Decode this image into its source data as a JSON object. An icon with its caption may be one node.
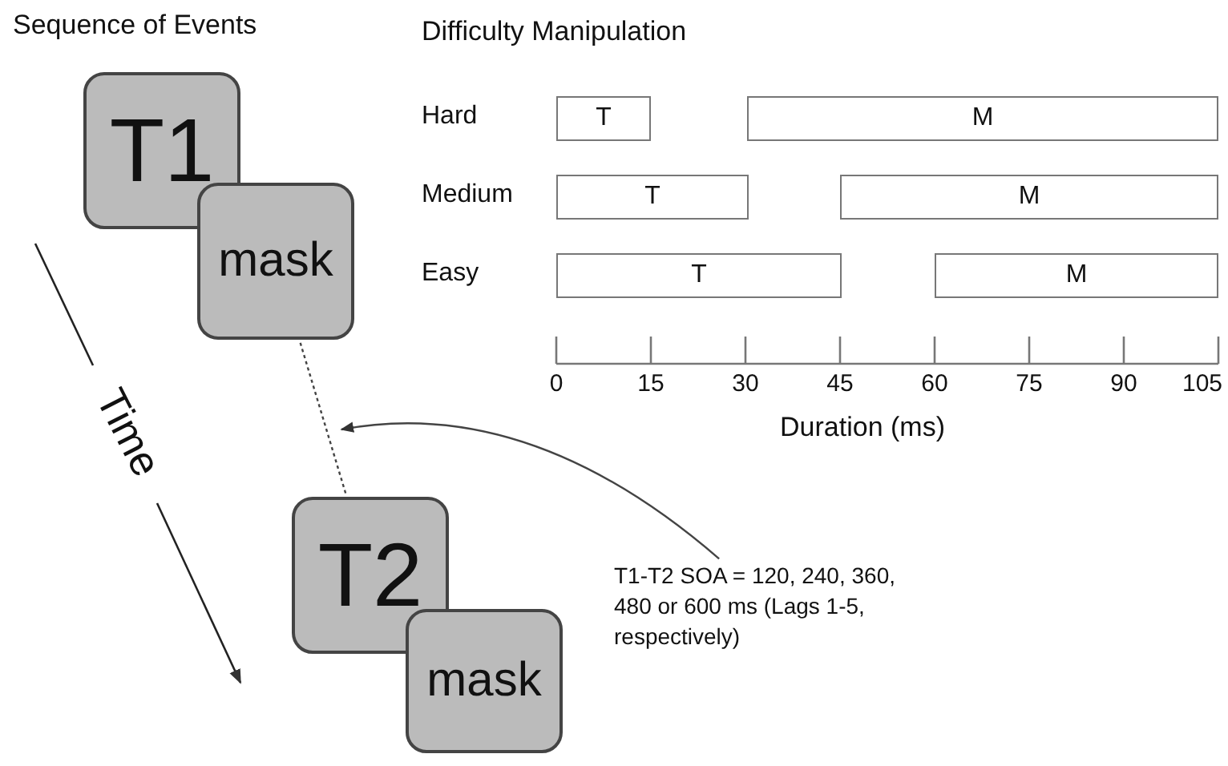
{
  "diagram": {
    "nodes": [
      {
        "text": [
          "T1"
        ]
      },
      {
        "text": [
          "mask"
        ]
      },
      {
        "text": [
          "T"
        ]
      },
      {
        "text": [
          "M"
        ]
      },
      {
        "text": [
          "T"
        ]
      },
      {
        "text": [
          "M"
        ]
      },
      {
        "text": [
          "T"
        ]
      },
      {
        "text": [
          "M"
        ]
      },
      {
        "text": [
          "T2"
        ]
      },
      {
        "text": [
          "mask"
        ]
      },
      {
        "text": [
          "T1-T2 SOA = 120, 240, 360, 480 or 600 ms (Lags 1-5, respectively)"
        ]
      }
    ],
    "edges": [
      {
        "from": 1,
        "to": 8,
        "arrow": "none",
        "style": "dashed"
      },
      {
        "from": 10,
        "to": null,
        "arrow": "to"
      }
    ],
    "labels": [
      "Sequence of Events",
      "Difficulty Manipulation",
      "Hard",
      "Medium",
      "Easy",
      "Time",
      "0",
      "15",
      "30",
      "45",
      "60",
      "75",
      "90",
      "105",
      "Duration (ms)"
    ]
  }
}
